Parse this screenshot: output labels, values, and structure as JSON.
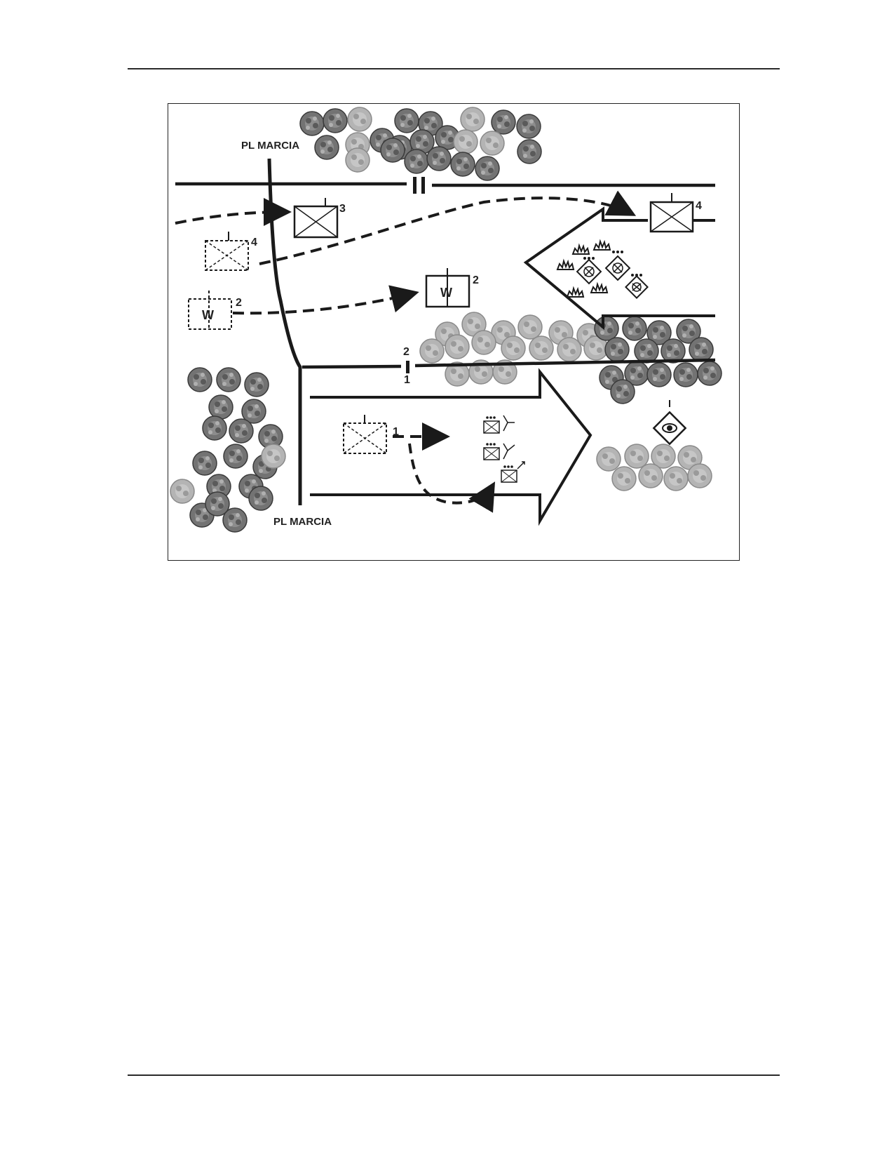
{
  "figure": {
    "phase_line_top_label": "PL MARCIA",
    "phase_line_bottom_label": "PL MARCIA",
    "boundary_top_marker": "II",
    "boundary_mid_upper": "2",
    "boundary_mid_lower": "1",
    "units": {
      "unit_3_current": {
        "number": "3"
      },
      "unit_4_previous": {
        "number": "4"
      },
      "unit_4_objective": {
        "number": "4"
      },
      "unit_2_previous": {
        "number": "2",
        "letter": "W"
      },
      "unit_2_current": {
        "number": "2",
        "letter": "W"
      },
      "unit_1_previous": {
        "number": "1"
      }
    }
  },
  "colors": {
    "line": "#1a1a1a",
    "tree_dark": "#6e6e6e",
    "tree_light": "#a9a9a9"
  }
}
